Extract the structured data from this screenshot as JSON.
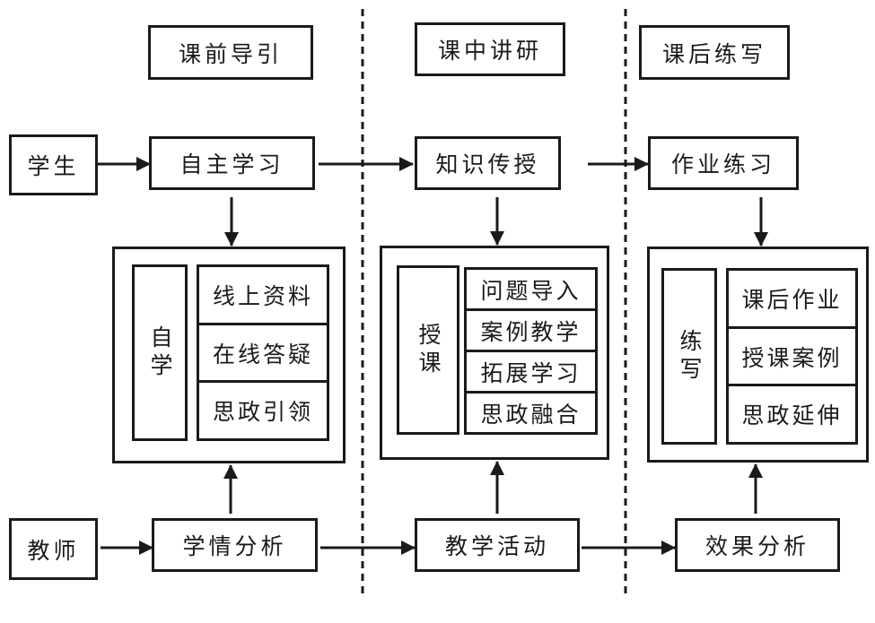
{
  "phases": [
    {
      "title": "课前导引",
      "node": "自主学习",
      "group_label": "自学",
      "items": [
        "线上资料",
        "在线答疑",
        "思政引领"
      ],
      "teacher_node": "学情分析"
    },
    {
      "title": "课中讲研",
      "node": "知识传授",
      "group_label": "授课",
      "items": [
        "问题导入",
        "案例教学",
        "拓展学习",
        "思政融合"
      ],
      "teacher_node": "教学活动"
    },
    {
      "title": "课后练写",
      "node": "作业练习",
      "group_label": "练写",
      "items": [
        "课后作业",
        "授课案例",
        "思政延伸"
      ],
      "teacher_node": "效果分析"
    }
  ],
  "actors": {
    "student": "学生",
    "teacher": "教师"
  }
}
